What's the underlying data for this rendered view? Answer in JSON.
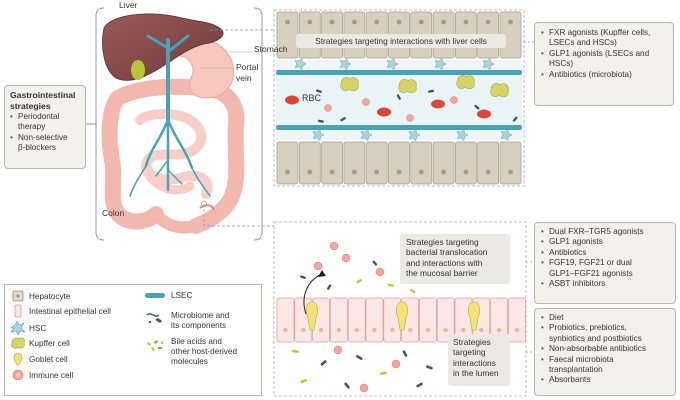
{
  "anatomy": {
    "liver": "Liver",
    "stomach": "Stomach",
    "portal_vein": [
      "Portal",
      "vein"
    ],
    "colon": "Colon"
  },
  "gi_strategies": {
    "title": [
      "Gastrointestinal",
      "strategies"
    ],
    "items": [
      [
        "Periodontal",
        "therapy"
      ],
      [
        "Non-selective",
        "β-blockers"
      ]
    ]
  },
  "liver_panel": {
    "callout": "Strategies targeting interactions with liver cells",
    "rbc_label": "RBC",
    "treatments": [
      [
        "FXR agonists (Kupffer cells,",
        "LSECs and HSCs)"
      ],
      [
        "GLP1 agonists (LSECs and",
        "HSCs)"
      ],
      [
        "Antibiotics (microbiota)"
      ]
    ]
  },
  "gut_panel": {
    "callout_top": [
      "Strategies targeting",
      "bacterial translocation",
      "and interactions with",
      "the mucosal barrier"
    ],
    "callout_bottom": [
      "Strategies",
      "targeting",
      "interactions",
      "in the lumen"
    ],
    "treatments_top": [
      [
        "Dual FXR–TGR5 agonists"
      ],
      [
        "GLP1 agonists"
      ],
      [
        "Antibiotics"
      ],
      [
        "FGF19, FGF21 or dual",
        "GLP1–FGF21 agonists"
      ],
      [
        "ASBT inhibitors"
      ]
    ],
    "treatments_bottom": [
      [
        "Diet"
      ],
      [
        "Probiotics, prebiotics,",
        "synbiotics and postbiotics"
      ],
      [
        "Non-absorbable antibiotics"
      ],
      [
        "Faecal microbiota",
        "transplantation"
      ],
      [
        "Absorbants"
      ]
    ]
  },
  "legend": {
    "col1": [
      {
        "icon": "hepatocyte-icon",
        "label": [
          "Hepatocyte"
        ]
      },
      {
        "icon": "intestinal-epithelial-cell-icon",
        "label": [
          "Intestinal epithelial cell"
        ]
      },
      {
        "icon": "hsc-icon",
        "label": [
          "HSC"
        ]
      },
      {
        "icon": "kupffer-cell-icon",
        "label": [
          "Kupffer cell"
        ]
      },
      {
        "icon": "goblet-cell-icon",
        "label": [
          "Goblet cell"
        ]
      },
      {
        "icon": "immune-cell-icon",
        "label": [
          "Immune cell"
        ]
      }
    ],
    "col2": [
      {
        "icon": "lsec-icon",
        "label": [
          "LSEC"
        ]
      },
      {
        "icon": "microbiome-icon",
        "label": [
          "Microbiome and",
          "its components"
        ]
      },
      {
        "icon": "bile-acids-icon",
        "label": [
          "Bile acids and",
          "other host-derived",
          "molecules"
        ]
      }
    ]
  },
  "colors": {
    "hepatocyte": "#d9cfc0",
    "lsec": "#4aa3b5",
    "kupffer": "#d4d36a",
    "hsc": "#a9d4dc",
    "immune": "#f0a5a0",
    "rbc": "#d9473a",
    "gut": "#f2b8b0",
    "liver": "#8a4a4a",
    "microbe": "#3e5a5e",
    "bile": "#c9c23c"
  }
}
